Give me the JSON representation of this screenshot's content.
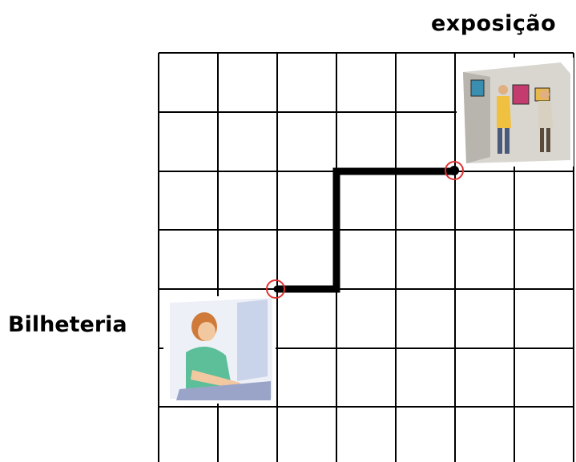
{
  "labels": {
    "exposicao": "exposição",
    "bilheteria": "Bilheteria"
  },
  "grid": {
    "columns": 7,
    "rows": 7,
    "line_color": "#000000"
  },
  "path": {
    "color": "#000000",
    "endpoint_marker_color": "#e03030"
  }
}
